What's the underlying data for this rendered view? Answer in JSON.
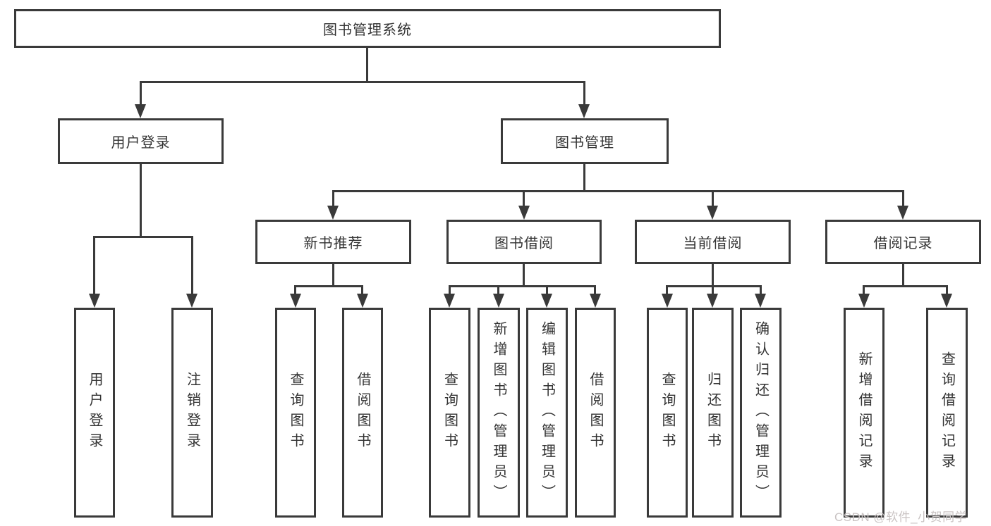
{
  "tree": {
    "root": {
      "label": "图书管理系统"
    },
    "branches": [
      {
        "label": "用户登录",
        "children": [
          {
            "label": "用户登录"
          },
          {
            "label": "注销登录"
          }
        ]
      },
      {
        "label": "图书管理",
        "groups": [
          {
            "label": "新书推荐",
            "children": [
              {
                "label": "查询图书"
              },
              {
                "label": "借阅图书"
              }
            ]
          },
          {
            "label": "图书借阅",
            "children": [
              {
                "label": "查询图书"
              },
              {
                "label": "新增图书（管理员）"
              },
              {
                "label": "编辑图书（管理员）"
              },
              {
                "label": "借阅图书"
              }
            ]
          },
          {
            "label": "当前借阅",
            "children": [
              {
                "label": "查询图书"
              },
              {
                "label": "归还图书"
              },
              {
                "label": "确认归还（管理员）"
              }
            ]
          },
          {
            "label": "借阅记录",
            "children": [
              {
                "label": "新增借阅记录"
              },
              {
                "label": "查询借阅记录"
              }
            ]
          }
        ]
      }
    ]
  },
  "watermark": {
    "text": "CSDN @软件_小贺同学"
  },
  "colors": {
    "line": "#3a3a3a",
    "text": "#333333",
    "background": "#ffffff",
    "watermark": "#c9c3c3"
  }
}
